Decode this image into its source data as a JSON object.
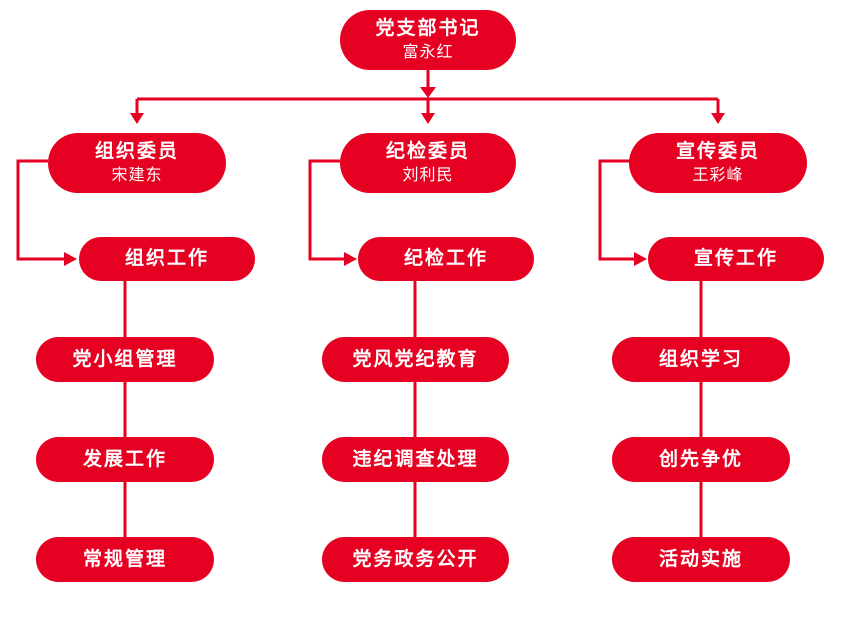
{
  "diagram": {
    "root": {
      "title": "党支部书记",
      "name": "富永红"
    },
    "branches": [
      {
        "title": "组织委员",
        "name": "宋建东",
        "work": "组织工作",
        "tasks": [
          "党小组管理",
          "发展工作",
          "常规管理"
        ]
      },
      {
        "title": "纪检委员",
        "name": "刘利民",
        "work": "纪检工作",
        "tasks": [
          "党风党纪教育",
          "违纪调查处理",
          "党务政务公开"
        ]
      },
      {
        "title": "宣传委员",
        "name": "王彩峰",
        "work": "宣传工作",
        "tasks": [
          "组织学习",
          "创先争优",
          "活动实施"
        ]
      }
    ]
  },
  "colors": {
    "red": "#e60021",
    "text": "#ffffff",
    "background": "#ffffff"
  }
}
